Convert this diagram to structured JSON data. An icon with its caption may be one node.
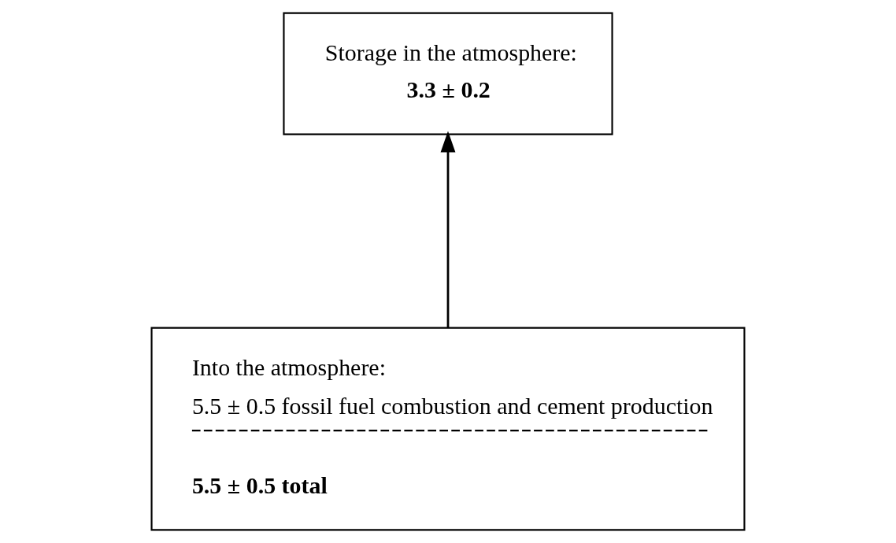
{
  "diagram": {
    "nodes": [
      {
        "text": [
          "Storage in the atmosphere:",
          "3.3 ± 0.2"
        ]
      },
      {
        "text": [
          "Into the atmosphere:",
          "5.5 ± 0.5 fossil fuel combustion and cement production",
          "5.5 ± 0.5 total"
        ]
      }
    ],
    "edges": [
      {
        "from": 1,
        "to": 0,
        "arrow": "to"
      }
    ]
  }
}
